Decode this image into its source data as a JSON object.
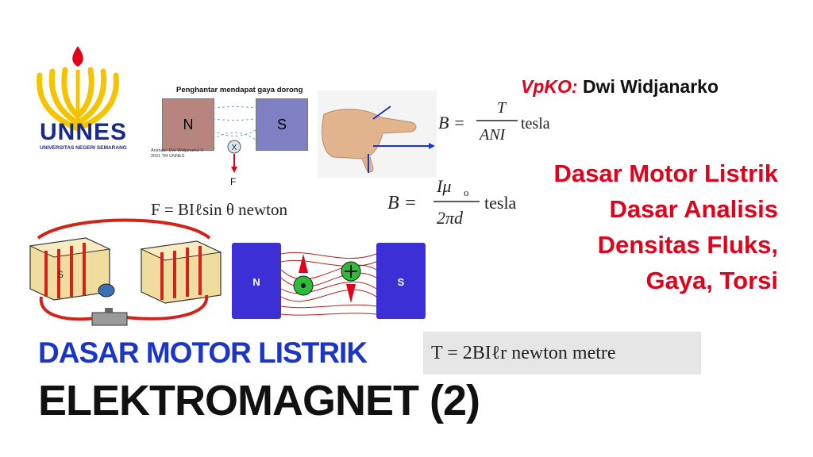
{
  "logo": {
    "name": "UNNES",
    "subtitle": "UNIVERSITAS NEGERI SEMARANG"
  },
  "animation_panel": {
    "title": "Penghantar mendapat gaya dorong",
    "magnet_left": "N",
    "magnet_right": "S",
    "conductor_symbol": "X",
    "force_label": "F",
    "credit": "Animasi: Dwi Widjanarko © 2021 TM UNNES"
  },
  "author": {
    "role": "VpKO:",
    "name": "Dwi Widjanarko"
  },
  "formulas": {
    "b_ani": {
      "lhs": "B =",
      "num": "T",
      "den": "ANI",
      "unit": "tesla"
    },
    "b_wire": {
      "lhs": "B =",
      "num": "Iμ",
      "sub": "o",
      "den": "2πd",
      "unit": "tesla"
    },
    "force": "F = BIℓsin θ newton",
    "torque": "T = 2BIℓr newton metre"
  },
  "topics": [
    "Dasar Motor Listrik",
    "Dasar Analisis",
    "Densitas Fluks,",
    "Gaya, Torsi"
  ],
  "field_diagram": {
    "magnet_left": "N",
    "magnet_right": "S"
  },
  "motor_diagram": {
    "pole_label": "S"
  },
  "title": {
    "line1": "DASAR MOTOR LISTRIK",
    "line2": "ELEKTROMAGNET (2)"
  },
  "colors": {
    "accent_red": "#e3001b",
    "title_blue": "#1c35c9",
    "logo_blue": "#1a2a8a",
    "logo_yellow": "#f5c400",
    "magnet_purple": "#3d2fd6"
  }
}
